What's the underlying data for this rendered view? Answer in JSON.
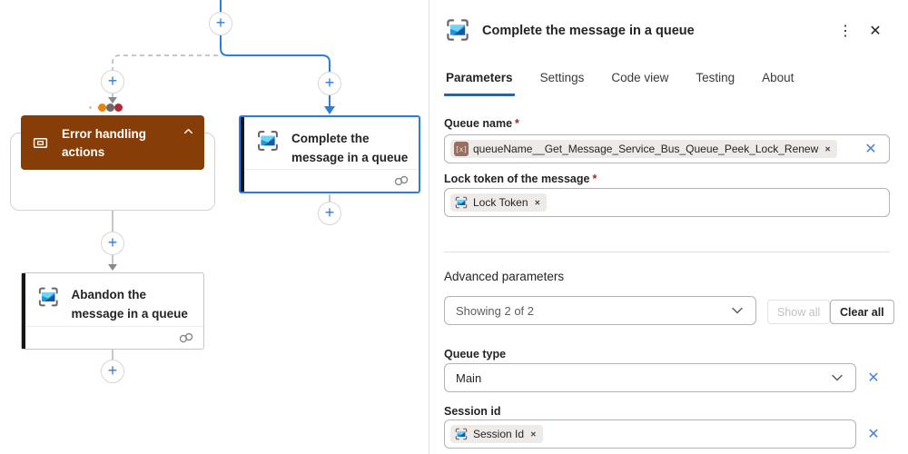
{
  "icons": {
    "plus": "+",
    "kebab": "⋮",
    "close": "✕",
    "dismiss": "✕",
    "clear_x": "✕",
    "param_glyph": "[x]",
    "required": "*"
  },
  "canvas": {
    "error_scope_title": "Error handling actions",
    "complete_title": "Complete the message in a queue",
    "abandon_title": "Abandon the message in a queue"
  },
  "panel": {
    "title": "Complete the message in a queue",
    "tabs": [
      {
        "label": "Parameters"
      },
      {
        "label": "Settings"
      },
      {
        "label": "Code view"
      },
      {
        "label": "Testing"
      },
      {
        "label": "About"
      }
    ],
    "queue_name_label": "Queue name",
    "queue_name_token": "queueName__Get_Message_Service_Bus_Queue_Peek_Lock_Renew",
    "lock_token_label": "Lock token of the message",
    "lock_token_token": "Lock Token",
    "advanced_heading": "Advanced parameters",
    "advanced_dropdown_value": "Showing 2 of 2",
    "show_all_label": "Show all",
    "clear_all_label": "Clear all",
    "queue_type_label": "Queue type",
    "queue_type_value": "Main",
    "session_id_label": "Session id",
    "session_id_token": "Session Id"
  },
  "colors": {
    "accent_blue": "#2b7de1",
    "tab_underline": "#0f6cbd",
    "scope_brown": "#873d07",
    "dot_orange": "#e8830c",
    "dot_gray": "#6b6969",
    "dot_red": "#ae2c39",
    "clear_blue": "#4f82d8"
  }
}
